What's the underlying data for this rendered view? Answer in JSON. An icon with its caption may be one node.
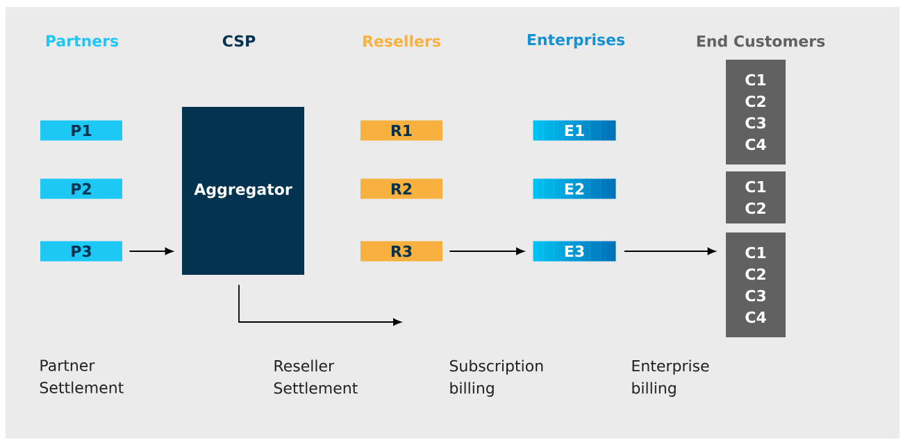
{
  "diagram": {
    "nodes": [
      {
        "text": [
          "P1"
        ]
      },
      {
        "text": [
          "P2"
        ]
      },
      {
        "text": [
          "P3"
        ]
      },
      {
        "text": [
          "Aggregator"
        ]
      },
      {
        "text": [
          "R1"
        ]
      },
      {
        "text": [
          "R2"
        ]
      },
      {
        "text": [
          "R3"
        ]
      },
      {
        "text": [
          "E1"
        ]
      },
      {
        "text": [
          "E2"
        ]
      },
      {
        "text": [
          "E3"
        ]
      },
      {
        "text": [
          "C1",
          "C2",
          "C3",
          "C4"
        ]
      },
      {
        "text": [
          "C1",
          "C2"
        ]
      },
      {
        "text": [
          "C1",
          "C2",
          "C3",
          "C4"
        ]
      }
    ],
    "edges": [
      {
        "from": 2,
        "to": 3,
        "arrow": "to"
      },
      {
        "from": 3,
        "to": null,
        "arrow": "to"
      },
      {
        "from": 6,
        "to": 9,
        "arrow": "to"
      },
      {
        "from": 9,
        "to": 12,
        "arrow": "to"
      }
    ],
    "labels": [
      "Partners",
      "CSP",
      "Resellers",
      "Enterprises",
      "End Customers",
      "Partner Settlement",
      "Reseller Settlement",
      "Subscription billing",
      "Enterprise billing"
    ]
  }
}
